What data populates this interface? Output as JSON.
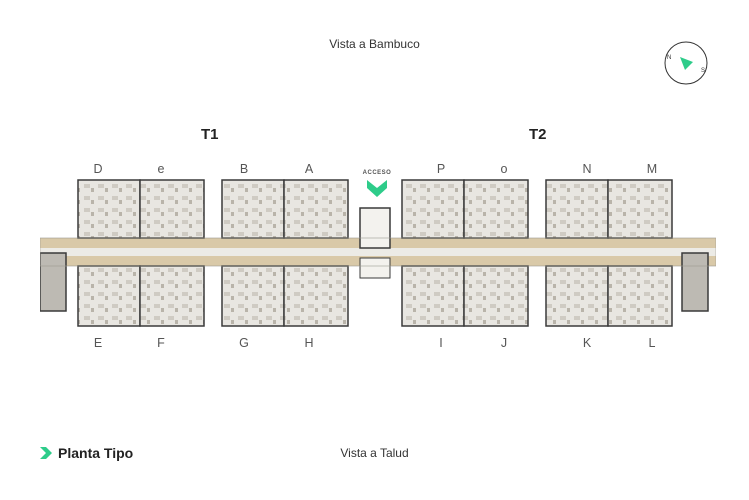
{
  "header": {
    "view_top": "Vista a Bambuco"
  },
  "footer": {
    "view_bottom": "Vista a Talud",
    "brand_label": "Planta Tipo"
  },
  "towers": {
    "t1": "T1",
    "t2": "T2"
  },
  "entrance": {
    "label": "ACCESO"
  },
  "compass": {
    "n": "N",
    "s": "S"
  },
  "units_top": [
    "D",
    "e",
    "B",
    "A",
    "P",
    "o",
    "N",
    "M"
  ],
  "units_bottom": [
    "E",
    "F",
    "G",
    "H",
    "I",
    "J",
    "K",
    "L"
  ],
  "colors": {
    "accent": "#2ecc8a",
    "wood": "#d9c9a8",
    "wall": "#3a3a3a",
    "floor": "#e9e7e2"
  }
}
